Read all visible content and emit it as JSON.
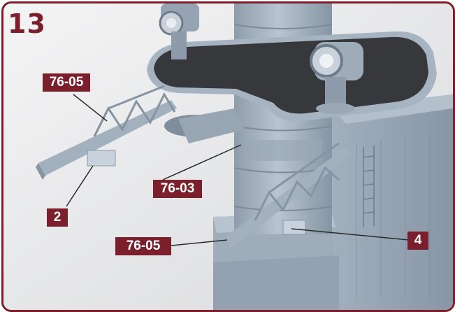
{
  "step": {
    "number": "13"
  },
  "callouts": [
    {
      "id": "a",
      "label": "76-05"
    },
    {
      "id": "b",
      "label": "76-03"
    },
    {
      "id": "c",
      "label": "2"
    },
    {
      "id": "d",
      "label": "76-05"
    },
    {
      "id": "e",
      "label": "4"
    }
  ],
  "colors": {
    "accent": "#7a1f2b",
    "model_grey": "#a9b6c3",
    "deck": "#3a3c40",
    "background": "#e8e9eb"
  },
  "illustration": {
    "subject": "ship-model-superstructure-with-crane-booms"
  }
}
